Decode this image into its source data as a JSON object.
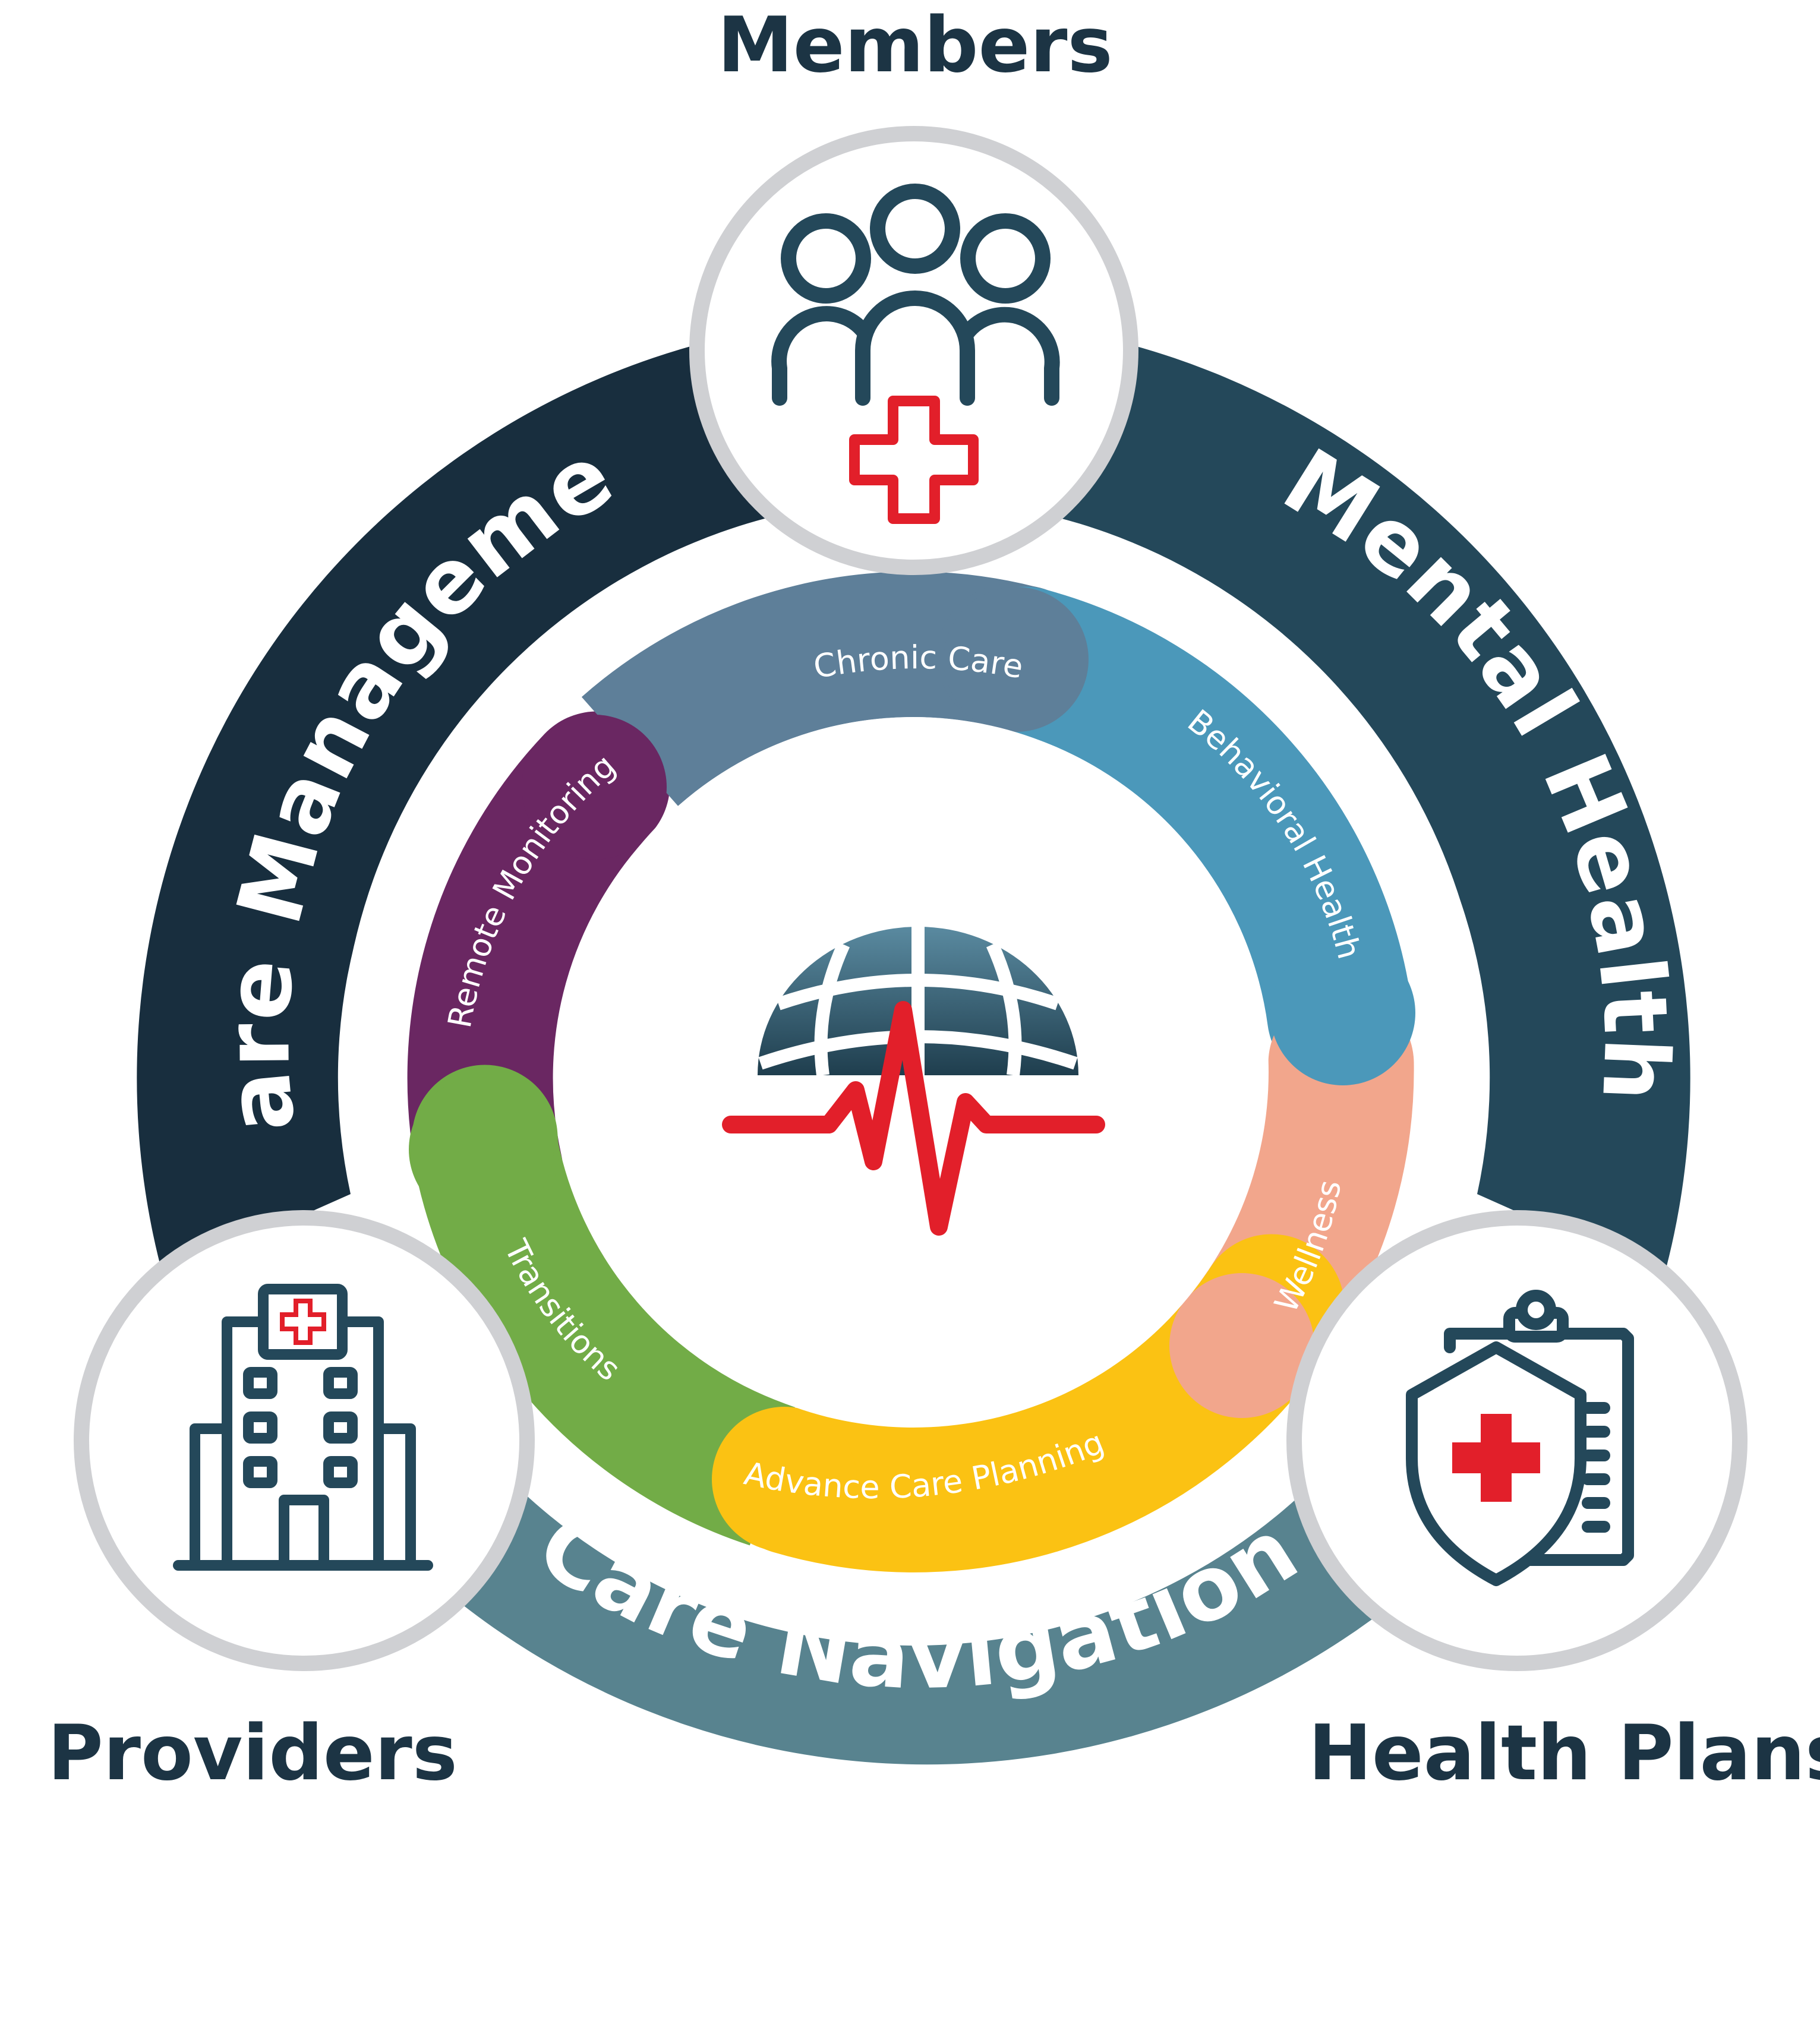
{
  "colors": {
    "navy_dark": "#182e3e",
    "navy": "#24485a",
    "slate": "#58838f",
    "node_ring": "#cfd0d3",
    "icon_navy": "#24485a",
    "accent_red": "#e21f2a",
    "chronic_care": "#5e7f99",
    "behavioral_health": "#4b98ba",
    "wellness": "#f2a68c",
    "advance_care_planning": "#fbc213",
    "transitions": "#72ac47",
    "remote_monitoring": "#6a2762"
  },
  "outer_ring": {
    "care_management": "Care Management",
    "mental_health": "Mental Health",
    "care_navigation": "Care Navigation"
  },
  "inner_ring": {
    "chronic_care": "Chronic Care",
    "behavioral_health": "Behavioral Health",
    "wellness": "Wellness",
    "advance_care_planning": "Advance Care Planning",
    "transitions": "Transitions",
    "remote_monitoring": "Remote Monitoring"
  },
  "stakeholders": {
    "members": "Members",
    "providers": "Providers",
    "health_plans": "Health Plans"
  },
  "icons": {
    "members": "people-with-medical-cross-icon",
    "providers": "hospital-building-icon",
    "health_plans": "shield-clipboard-icon",
    "center": "globe-heartbeat-icon"
  }
}
